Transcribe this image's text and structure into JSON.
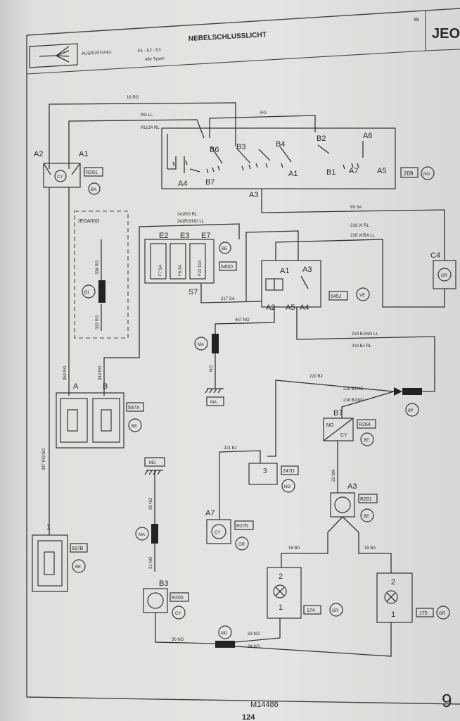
{
  "header": {
    "title": "NEBELSCHLUSSLICHT",
    "page_tag": "98",
    "code": "JEO",
    "equipment_label": "AUSRÜSTUNG:",
    "equipment_value": "E1 - E2 - E3",
    "types": "Alle Typen"
  },
  "footer": {
    "drawing_no": "M14486",
    "page_no": "124",
    "corner_mark": "9"
  },
  "wires": {
    "w18rg": "18 RG",
    "rg_ll": "RG LL",
    "rgja_rl": "RG/JA RL",
    "rg": "RG",
    "w99sa": "99 SA",
    "w216vi": "216 VI RL",
    "w216viba": "216 VI/BA LL",
    "w341rg": "341RG RL",
    "w341rgno": "341RG/NO LL",
    "w217sa": "217 SA",
    "w457no": "457 NO",
    "no": "NO",
    "w219bjno": "219 BJ/NO LL",
    "w219bj": "219 BJ RL",
    "w220bj": "220 BJ",
    "w218bjve": "218 BJ/VE",
    "w218bjno": "218 BJ/NO",
    "w221bj": "221 BJ",
    "w22ma": "22 MA",
    "w350rg": "350 RG",
    "w340rg": "340 RG",
    "w347rgno": "347 RG/NO",
    "w334rg": "334 RG",
    "w333rg": "333 RG",
    "w30no": "30 NO",
    "w31no": "31 NO",
    "w30no_b": "30 NO",
    "w33no": "33 NO",
    "w34no": "34 NO",
    "w18ba": "18 BA",
    "w19ba": "19 BA"
  },
  "components": {
    "c209": {
      "ref": "209",
      "color": "NO",
      "pins": [
        "B6",
        "B3",
        "B4",
        "B2",
        "A6",
        "A4",
        "B7",
        "A1",
        "B1",
        "A7",
        "A5",
        "A3"
      ]
    },
    "r261": {
      "ref": "R261",
      "color": "BA",
      "pins": [
        "A2",
        "A1"
      ],
      "inner": "CY"
    },
    "jeoa": {
      "ref": "JEOA05G",
      "conn": "B1"
    },
    "c645o": {
      "ref": "645O",
      "color": "BE",
      "pins": [
        "E2",
        "E3",
        "E7",
        "S7"
      ],
      "fuses": [
        "F7 5A",
        "F8 5A",
        "F22 10A"
      ]
    },
    "c645j": {
      "ref": "645J",
      "color": "VE",
      "pins": [
        "A1",
        "A3",
        "A2",
        "A5",
        "A4"
      ]
    },
    "c4": {
      "ref": "C4",
      "color": "GR"
    },
    "ma1": {
      "code": "MA",
      "label": "MA"
    },
    "c597a": {
      "ref": "597A",
      "color": "BE",
      "pins": [
        "A",
        "B"
      ]
    },
    "c597b": {
      "ref": "597B",
      "color": "BE",
      "pin": "1"
    },
    "r264": {
      "ref": "R264",
      "color": "BE",
      "pin": "B7",
      "upper": "NO",
      "lower": "CY"
    },
    "c9p": {
      "code": "9P"
    },
    "c247d": {
      "ref": "247D",
      "color": "NO",
      "pin": "3"
    },
    "r281": {
      "ref": "R281",
      "color": "BE",
      "pin": "A3"
    },
    "r276": {
      "ref": "R276",
      "color": "GR",
      "pin": "A7",
      "inner": "CY"
    },
    "md": {
      "label": "MD",
      "code": "MD"
    },
    "ma2": {
      "code": "MA"
    },
    "r200": {
      "ref": "R200",
      "color": "CY",
      "pin": "B3"
    },
    "c174": {
      "ref": "174",
      "color": "GR",
      "pins": [
        "2",
        "1"
      ]
    },
    "c175": {
      "ref": "175",
      "color": "GR",
      "pins": [
        "2",
        "1"
      ]
    }
  }
}
